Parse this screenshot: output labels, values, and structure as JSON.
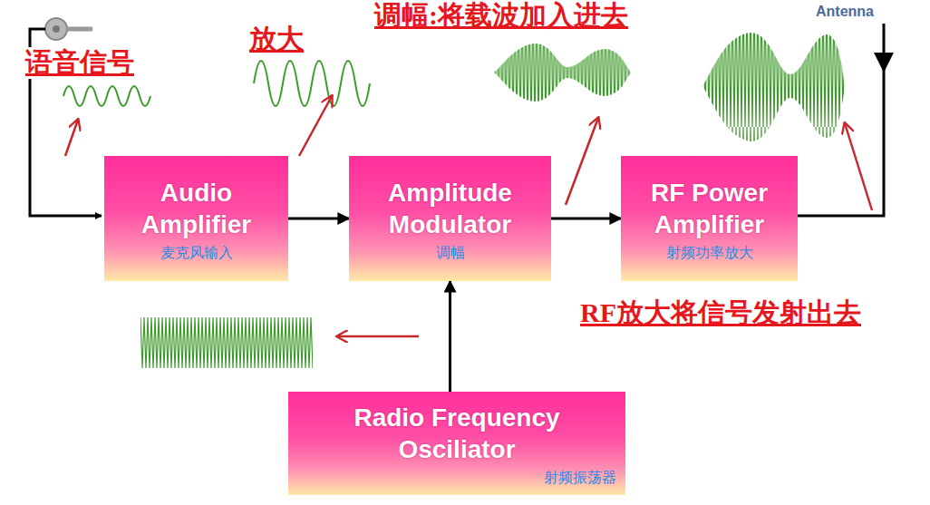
{
  "diagram": {
    "nodes": [
      {
        "text": [
          "Audio Amplifier",
          "麦克风输入"
        ]
      },
      {
        "text": [
          "Amplitude Modulator",
          "调幅"
        ]
      },
      {
        "text": [
          "RF Power Amplifier",
          "射频功率放大"
        ]
      },
      {
        "text": [
          "Radio Frequency Osciliator",
          "射频振荡器"
        ]
      }
    ],
    "edges": [
      {
        "from": 0,
        "to": 1,
        "arrow": "to"
      },
      {
        "from": 1,
        "to": 2,
        "arrow": "to"
      },
      {
        "from": 3,
        "to": 1,
        "arrow": "to"
      }
    ],
    "labels": [
      "语音信号",
      "放大",
      "调幅:将载波加入进去",
      "Antenna",
      "RF放大将信号发射出去"
    ]
  }
}
